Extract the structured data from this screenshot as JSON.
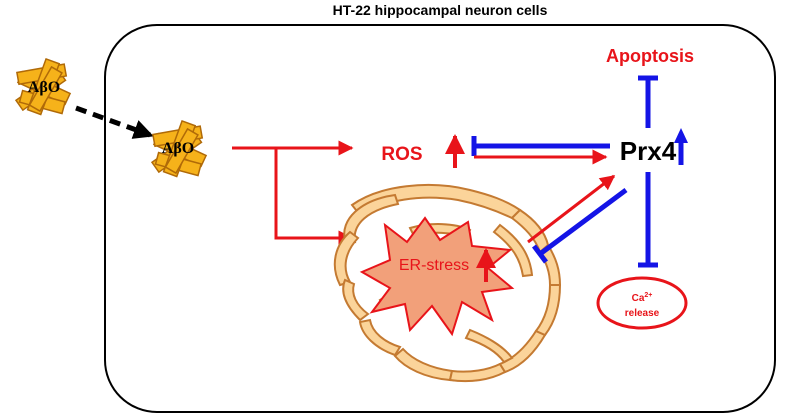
{
  "title": "HT-22 hippocampal neuron cells",
  "labels": {
    "abo_outside": "AβO",
    "abo_inside": "AβO",
    "ros": "ROS",
    "apoptosis": "Apoptosis",
    "prx4": "Prx4",
    "er_stress": "ER-stress",
    "ca_base": "Ca",
    "ca_sup": "2+",
    "release": "release"
  },
  "colors": {
    "red": "#e8141a",
    "blue": "#1414e6",
    "black": "#000000",
    "abo_fill": "#f6b21a",
    "abo_stroke": "#b06a08",
    "er_fill": "#fbd49a",
    "er_stroke": "#c47a32",
    "burst_fill": "#f2a07a",
    "burst_stroke": "#e8141a"
  },
  "icons": [
    "abeta-oligomer-icon",
    "endoplasmic-reticulum-icon",
    "er-stress-burst-icon",
    "up-arrow-icon"
  ]
}
